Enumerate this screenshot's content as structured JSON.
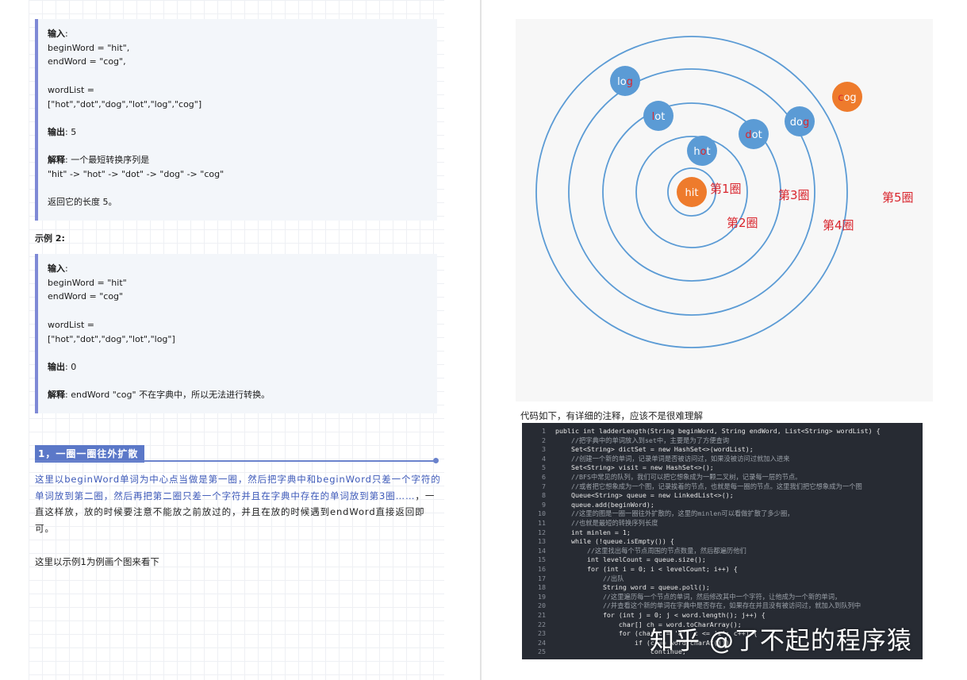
{
  "left": {
    "example1": {
      "lines": [
        {
          "k": "输入",
          "v": ":"
        },
        {
          "k": "",
          "v": "beginWord = \"hit\","
        },
        {
          "k": "",
          "v": "endWord = \"cog\","
        },
        {
          "k": "",
          "v": ""
        },
        {
          "k": "",
          "v": "wordList ="
        },
        {
          "k": "",
          "v": "[\"hot\",\"dot\",\"dog\",\"lot\",\"log\",\"cog\"]"
        },
        {
          "k": "",
          "v": ""
        },
        {
          "k": "输出",
          "v": ": 5"
        },
        {
          "k": "",
          "v": ""
        },
        {
          "k": "解释",
          "v": ": 一个最短转换序列是"
        },
        {
          "k": "",
          "v": "\"hit\" -> \"hot\" -> \"dot\" -> \"dog\" -> \"cog\""
        },
        {
          "k": "",
          "v": ""
        },
        {
          "k": "",
          "v": "返回它的长度 5。"
        }
      ]
    },
    "example2_label": "示例 2:",
    "example2": {
      "lines": [
        {
          "k": "输入",
          "v": ":"
        },
        {
          "k": "",
          "v": "beginWord = \"hit\""
        },
        {
          "k": "",
          "v": "endWord = \"cog\""
        },
        {
          "k": "",
          "v": ""
        },
        {
          "k": "",
          "v": "wordList ="
        },
        {
          "k": "",
          "v": "[\"hot\",\"dot\",\"dog\",\"lot\",\"log\"]"
        },
        {
          "k": "",
          "v": ""
        },
        {
          "k": "输出",
          "v": ": 0"
        },
        {
          "k": "",
          "v": ""
        },
        {
          "k": "解释",
          "v": ": endWord \"cog\" 不在字典中，所以无法进行转换。"
        }
      ]
    },
    "section_title": "1，一圈一圈往外扩散",
    "paragraph_blue": "这里以beginWord单词为中心点当做是第一圈，然后把字典中和beginWord只差一个字符的单词放到第二圈，然后再把第二圈只差一个字符并且在字典中存在的单词放到第3圈……",
    "paragraph_rest": "，一直这样放，放的时候要注意不能放之前放过的，并且在放的时候遇到endWord直接返回即可。",
    "note": "这里以示例1为例画个图来看下"
  },
  "figure": {
    "rings": [
      "第1圈",
      "第2圈",
      "第3圈",
      "第4圈",
      "第5圈"
    ],
    "nodes": [
      {
        "word": "hit",
        "highlight": "",
        "color": "#ee7b2c"
      },
      {
        "word": "hot",
        "highlight": "o",
        "color": "#5b9bd5"
      },
      {
        "word": "lot",
        "highlight": "l",
        "color": "#5b9bd5"
      },
      {
        "word": "dot",
        "highlight": "d",
        "color": "#5b9bd5"
      },
      {
        "word": "log",
        "highlight": "g",
        "color": "#5b9bd5"
      },
      {
        "word": "dog",
        "highlight": "g",
        "color": "#5b9bd5"
      },
      {
        "word": "cog",
        "highlight": "c",
        "color": "#ee7b2c"
      }
    ],
    "ring_color": "#5b9bd5",
    "label_color": "#d9262e"
  },
  "code_caption": "代码如下，有详细的注释，应该不是很难理解",
  "code": [
    "public int ladderLength(String beginWord, String endWord, List<String> wordList) {",
    "    //把字典中的单词放入到set中，主要是为了方便查询",
    "    Set<String> dictSet = new HashSet<>(wordList);",
    "    //创建一个新的单词，记录单词是否被访问过，如果没被访问过就加入进来",
    "    Set<String> visit = new HashSet<>();",
    "    //BFS中常见的队列，我们可以把它想象成为一颗二叉树，记录每一层的节点。",
    "    //或者把它想象成为一个图，记录挨着的节点，也就是每一圈的节点。这里我们把它想象成为一个图",
    "    Queue<String> queue = new LinkedList<>();",
    "    queue.add(beginWord);",
    "    //这里的图是一圈一圈往外扩散的，这里的minlen可以看做扩散了多少圈，",
    "    //也就是最短的转换序列长度",
    "    int minlen = 1;",
    "    while (!queue.isEmpty()) {",
    "        //这里找出每个节点周围的节点数量，然后都遍历他们",
    "        int levelCount = queue.size();",
    "        for (int i = 0; i < levelCount; i++) {",
    "            //出队",
    "            String word = queue.poll();",
    "            //这里遍历每一个节点的单词，然后修改其中一个字符，让他成为一个新的单词，",
    "            //并查看这个新的单词在字典中是否存在，如果存在并且没有被访问过，就加入到队列中",
    "            for (int j = 0; j < word.length(); j++) {",
    "                char[] ch = word.toCharArray();",
    "                for (char c = 'a'; c <= 'z'; c++) {",
    "                    if (c == word.charAt(j))",
    "                        continue;"
  ],
  "watermark": "知乎 @了不起的程序猿"
}
